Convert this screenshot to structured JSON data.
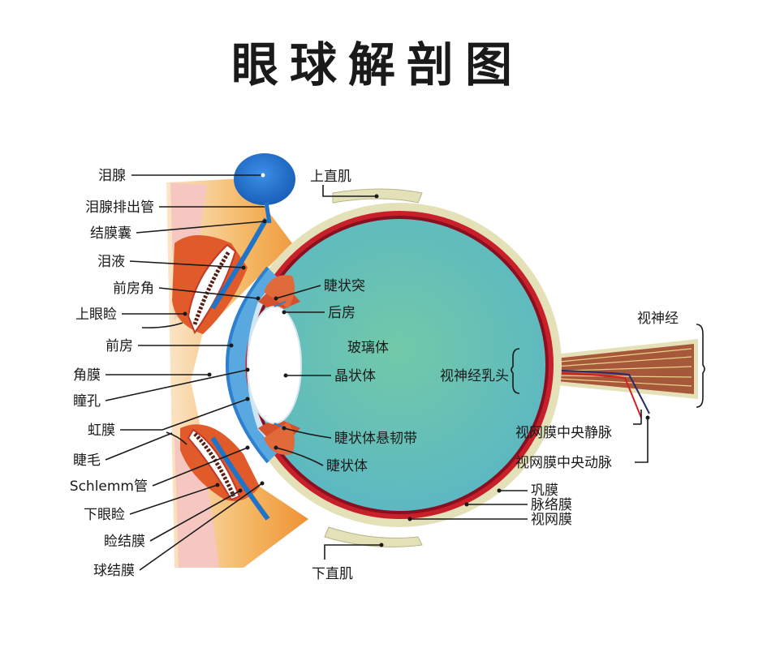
{
  "title": "眼球解剖图",
  "labels": {
    "lacrimal_gland": "泪腺",
    "lacrimal_duct": "泪腺排出管",
    "conjunctival_sac": "结膜囊",
    "tears": "泪液",
    "anterior_chamber_angle": "前房角",
    "upper_eyelid": "上眼睑",
    "anterior_chamber": "前房",
    "cornea": "角膜",
    "pupil": "瞳孔",
    "iris": "虹膜",
    "eyelash": "睫毛",
    "schlemm_canal": "Schlemm管",
    "lower_eyelid": "下眼睑",
    "palpebral_conjunctiva": "睑结膜",
    "bulbar_conjunctiva": "球结膜",
    "superior_rectus": "上直肌",
    "ciliary_process": "睫状突",
    "posterior_chamber": "后房",
    "vitreous_body": "玻璃体",
    "lens": "晶状体",
    "zonule": "睫状体悬韧带",
    "ciliary_body": "睫状体",
    "inferior_rectus": "下直肌",
    "optic_disc": "视神经乳头",
    "optic_nerve": "视神经",
    "central_retinal_vein": "视网膜中央静脉",
    "central_retinal_artery": "视网膜中央动脉",
    "sclera": "巩膜",
    "choroid": "脉络膜",
    "retina": "视网膜"
  },
  "colors": {
    "vitreous": "#6cc3b4",
    "sclera": "#e4e1b8",
    "choroid": "#c8202a",
    "cornea_blue": "#5aa8e0",
    "lens": "#ffffff",
    "eyelid_orange": "#f2a34a",
    "nerve_brown": "#a8583a"
  }
}
